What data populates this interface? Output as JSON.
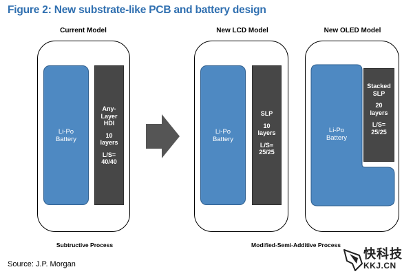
{
  "title": "Figure 2: New substrate-like PCB and battery design",
  "columns": {
    "current": "Current Model",
    "lcd": "New LCD Model",
    "oled": "New OLED Model"
  },
  "battery_label": [
    "Li-Po",
    "Battery"
  ],
  "pcb": {
    "current": {
      "group1": [
        "Any-",
        "Layer",
        "HDI"
      ],
      "group2": [
        "10",
        "layers"
      ],
      "group3": [
        "L/S=",
        "40/40"
      ]
    },
    "lcd": {
      "group1": [
        "SLP"
      ],
      "group2": [
        "10",
        "layers"
      ],
      "group3": [
        "L/S=",
        "25/25"
      ]
    },
    "oled": {
      "group1": [
        "Stacked",
        "SLP"
      ],
      "group2": [
        "20",
        "layers"
      ],
      "group3": [
        "L/S=",
        "25/25"
      ]
    }
  },
  "process": {
    "subtractive": "Subtructive Process",
    "msap": "Modified-Semi-Additive Process"
  },
  "source": "Source: J.P. Morgan",
  "watermark": {
    "cn": "快科技",
    "en": "KKJ.CN",
    "logo_icon": "bird-logo-icon"
  },
  "colors": {
    "title": "#2f6fb0",
    "battery": "#4e89c2",
    "pcb": "#474747"
  }
}
